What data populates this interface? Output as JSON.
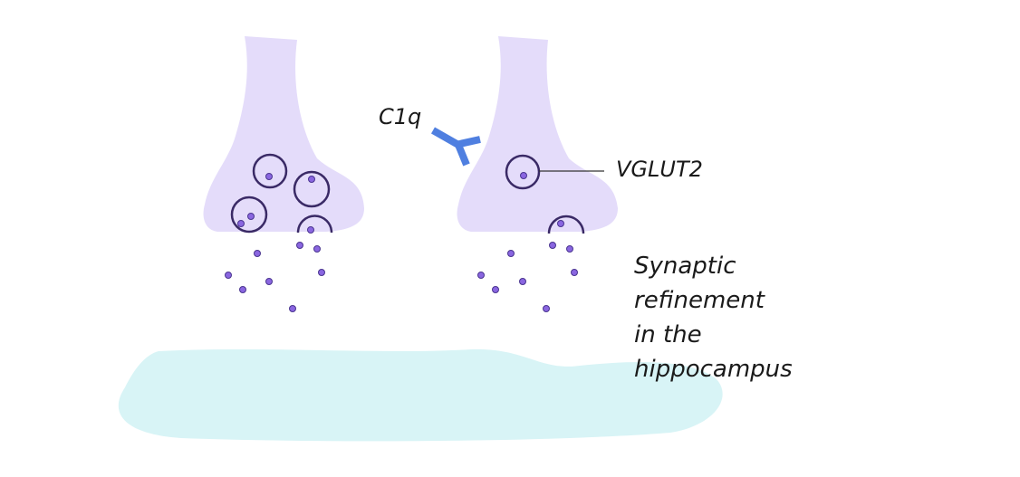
{
  "labels": {
    "c1q": "C1q",
    "vglut2": "VGLUT2",
    "caption_lines": [
      "Synaptic",
      "refinement",
      "in the",
      "hippocampus"
    ]
  },
  "colors": {
    "terminal_fill": "#e4dcfa",
    "vesicle_stroke": "#3a2a66",
    "dot_fill": "#8a66e0",
    "dot_stroke": "#4a3590",
    "antibody": "#4f7fe0",
    "postsynaptic_fill": "#d8f4f6"
  }
}
